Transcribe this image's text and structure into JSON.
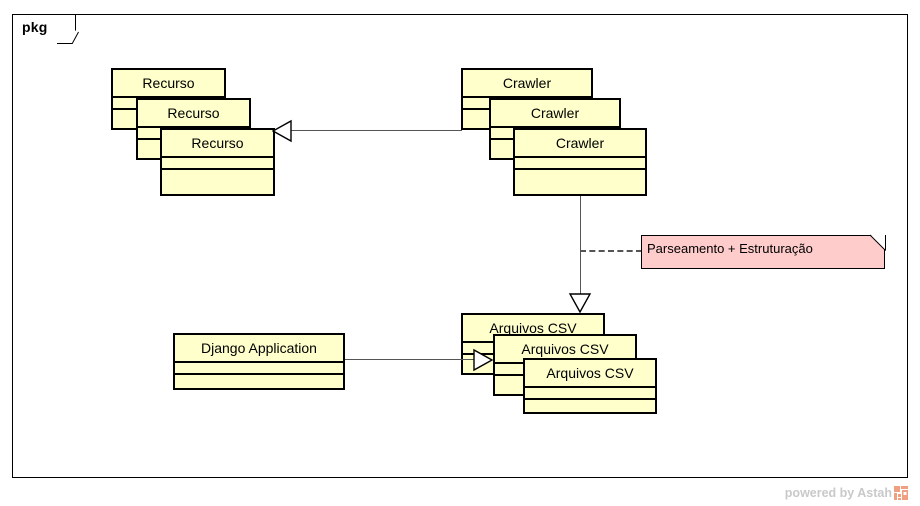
{
  "diagram": {
    "type": "UML Package / Class Diagram",
    "package_label": "pkg",
    "background_color": "#ffffff",
    "frame_border_color": "#000000",
    "class_fill_color": "#ffffcc",
    "class_border_color": "#000000",
    "note_fill_color": "#ffcccc",
    "note_border_color": "#000000",
    "connector_color": "#555555"
  },
  "stacks": [
    {
      "id": "recurso-stack",
      "label": "Recurso",
      "count": 3,
      "boxes": [
        {
          "name": "Recurso"
        },
        {
          "name": "Recurso"
        },
        {
          "name": "Recurso"
        }
      ]
    },
    {
      "id": "crawler-stack",
      "label": "Crawler",
      "count": 3,
      "boxes": [
        {
          "name": "Crawler"
        },
        {
          "name": "Crawler"
        },
        {
          "name": "Crawler"
        }
      ]
    },
    {
      "id": "arquivos-csv-stack",
      "label": "Arquivos CSV",
      "count": 3,
      "boxes": [
        {
          "name": "Arquivos CSV"
        },
        {
          "name": "Arquivos CSV"
        },
        {
          "name": "Arquivos CSV"
        }
      ]
    }
  ],
  "classes": [
    {
      "id": "django-application",
      "name": "Django Application"
    }
  ],
  "notes": [
    {
      "id": "parse-note",
      "text": "Parseamento + Estruturação"
    }
  ],
  "connectors": [
    {
      "id": "crawler-to-recurso",
      "kind": "generalization",
      "from": "Crawler",
      "to": "Recurso",
      "arrow": "hollow-triangle",
      "direction": "left"
    },
    {
      "id": "crawler-to-arquivos",
      "kind": "generalization",
      "from": "Crawler",
      "to": "Arquivos CSV",
      "arrow": "hollow-triangle",
      "direction": "down"
    },
    {
      "id": "django-to-arquivos",
      "kind": "generalization",
      "from": "Django Application",
      "to": "Arquivos CSV",
      "arrow": "hollow-triangle",
      "direction": "right"
    },
    {
      "id": "note-anchor",
      "kind": "note-link",
      "from": "Parseamento + Estruturação",
      "to": "crawler-to-arquivos",
      "arrow": "none",
      "style": "dashed"
    }
  ],
  "watermark": {
    "text": "powered by Astah",
    "icon": "astah-logo-icon",
    "color": "#c9c9c9"
  }
}
